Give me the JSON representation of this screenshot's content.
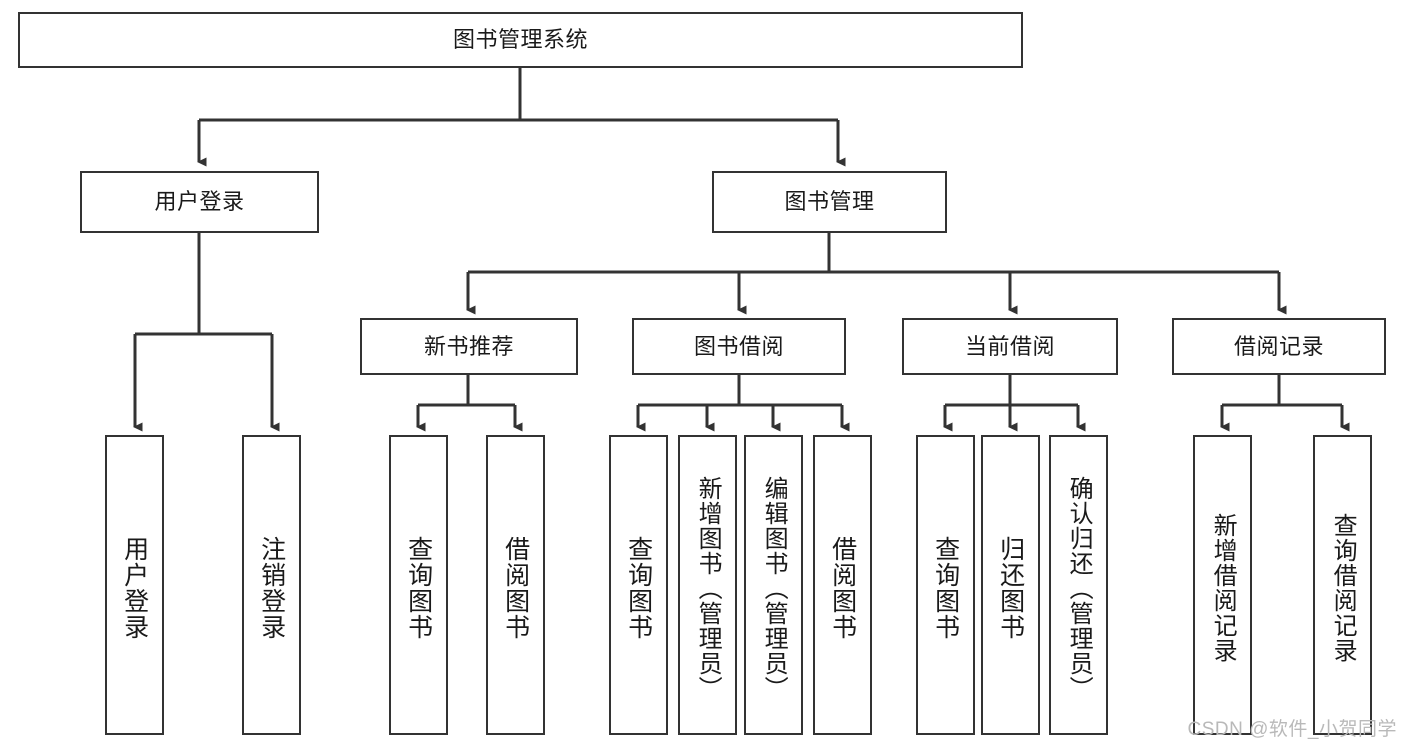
{
  "diagram": {
    "title": "图书管理系统",
    "watermark": "CSDN @软件_小贺同学",
    "line_color": "#333333",
    "box_fill": "#ffffff",
    "text_color": "#1a1a1a",
    "nodes": {
      "root": {
        "label": "图书管理系统"
      },
      "level1": [
        {
          "label": "用户登录"
        },
        {
          "label": "图书管理"
        }
      ],
      "level2": [
        {
          "label": "新书推荐"
        },
        {
          "label": "图书借阅"
        },
        {
          "label": "当前借阅"
        },
        {
          "label": "借阅记录"
        }
      ],
      "leaves_user_login": [
        {
          "label": "用户登录"
        },
        {
          "label": "注销登录"
        }
      ],
      "leaves_new_book": [
        {
          "label": "查询图书"
        },
        {
          "label": "借阅图书"
        }
      ],
      "leaves_borrow": [
        {
          "label": "查询图书"
        },
        {
          "label": "新增图书（管理员）"
        },
        {
          "label": "编辑图书（管理员）"
        },
        {
          "label": "借阅图书"
        }
      ],
      "leaves_current": [
        {
          "label": "查询图书"
        },
        {
          "label": "归还图书"
        },
        {
          "label": "确认归还（管理员）"
        }
      ],
      "leaves_record": [
        {
          "label": "新增借阅记录"
        },
        {
          "label": "查询借阅记录"
        }
      ]
    }
  }
}
